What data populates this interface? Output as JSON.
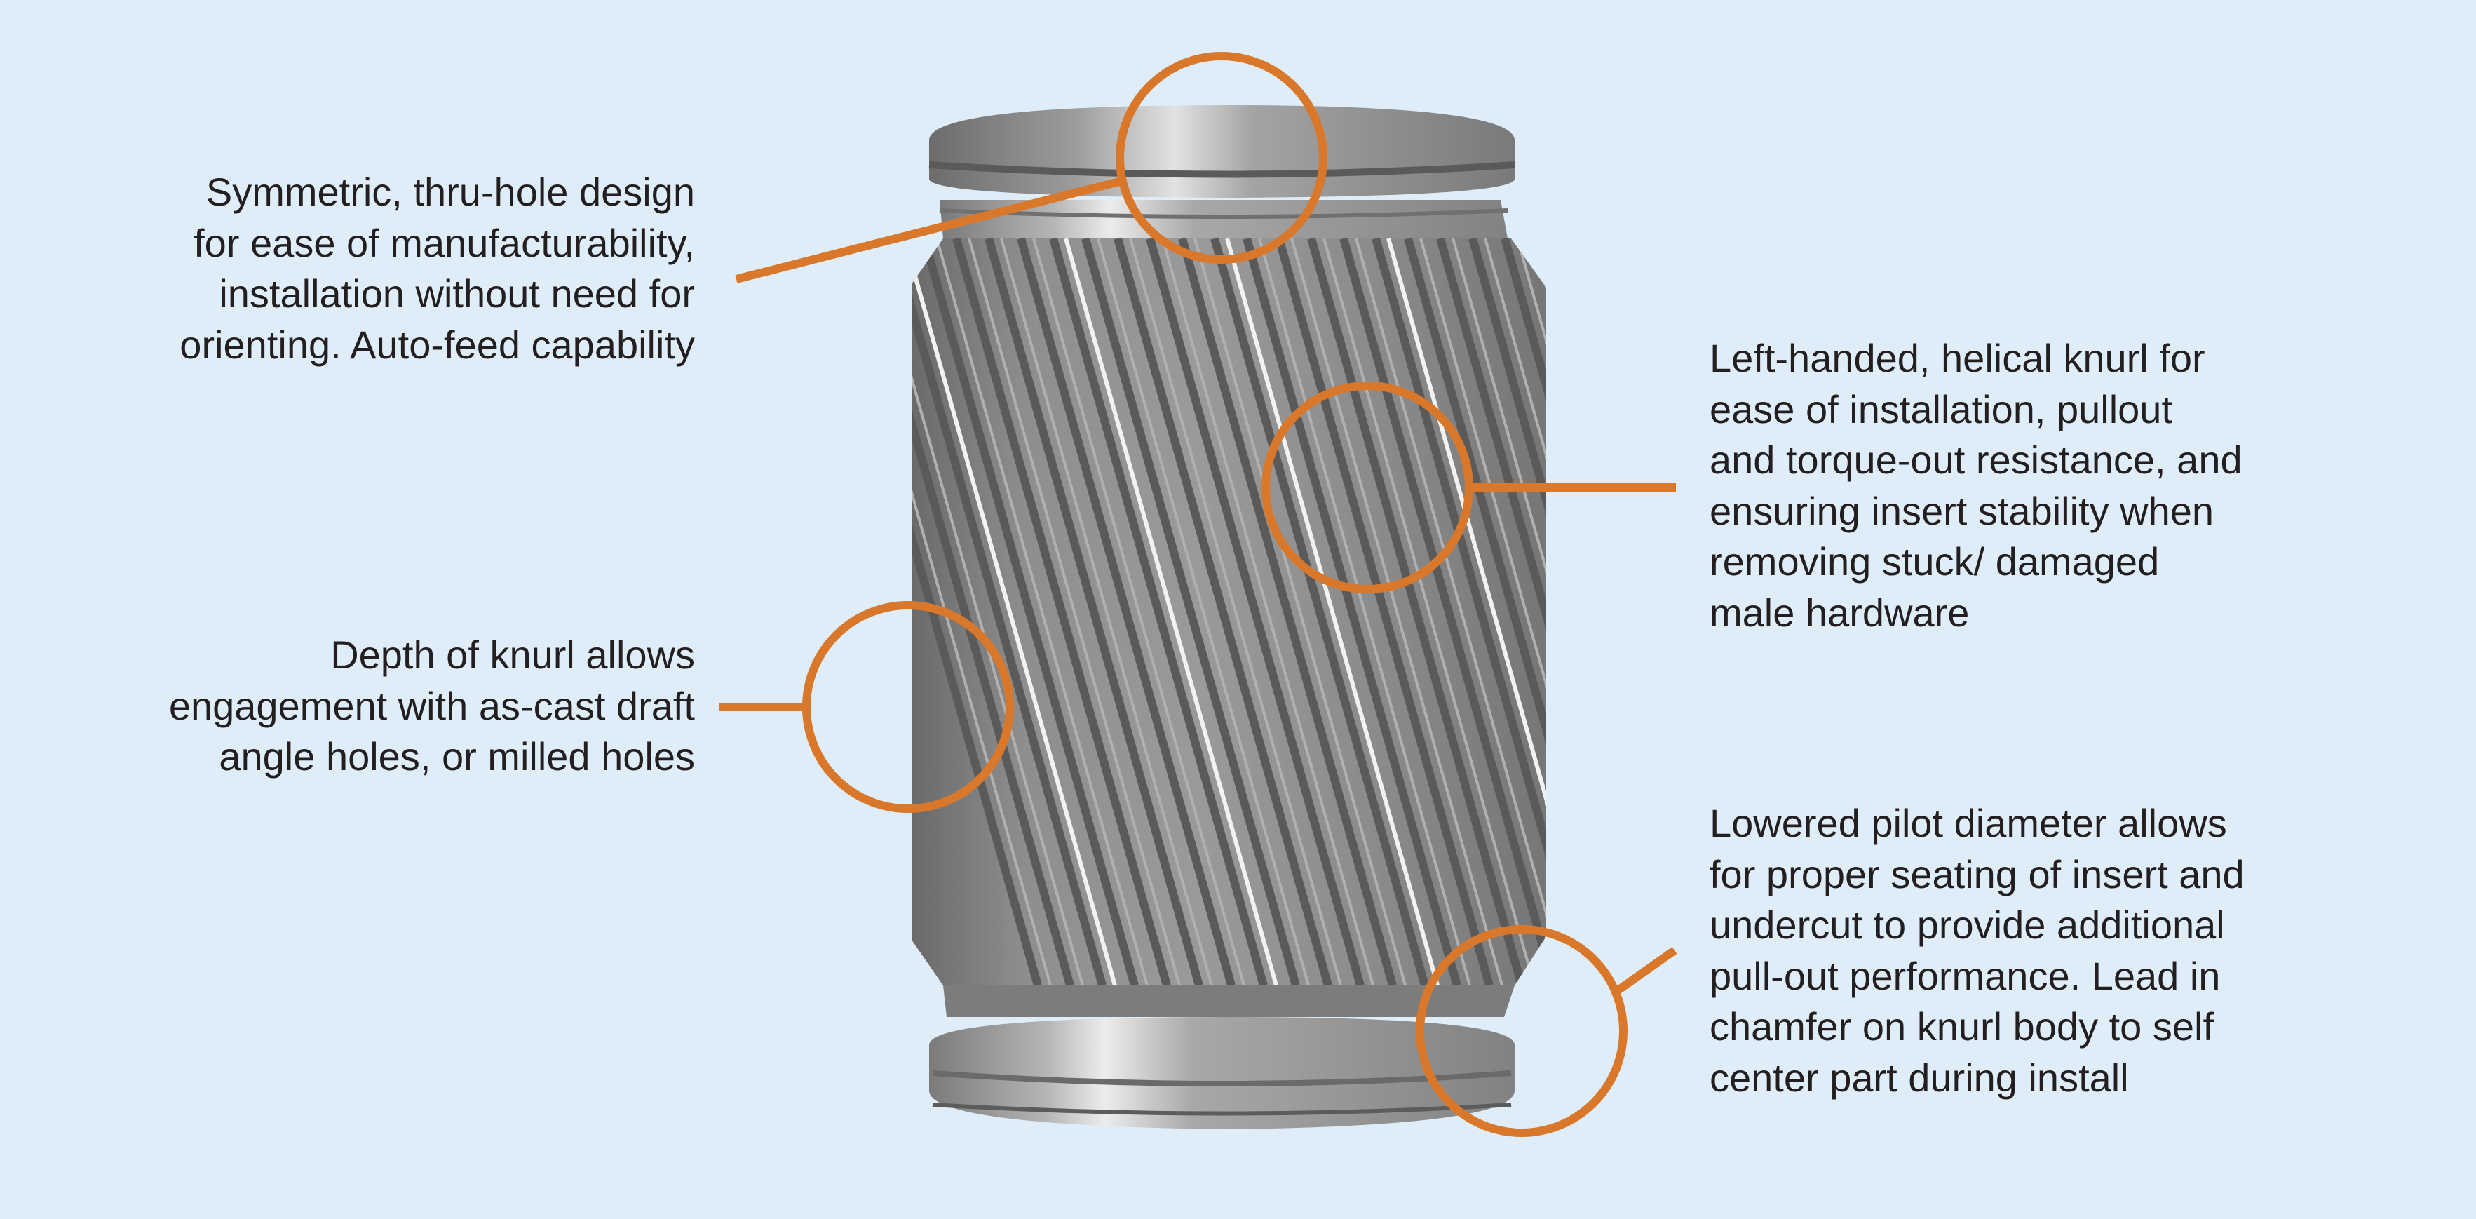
{
  "colors": {
    "background": "#dfedf8",
    "callout": "#d9782b",
    "text": "#231f20",
    "metal_dark": "#5f5f5f",
    "metal_mid": "#8b8b8b",
    "metal_light": "#d4d4d4"
  },
  "callouts": [
    {
      "id": "thru-hole",
      "lines": [
        "Symmetric, thru-hole design",
        "for ease of manufacturability,",
        "installation without need for",
        "orienting. Auto-feed capability"
      ]
    },
    {
      "id": "knurl-depth",
      "lines": [
        "Depth of knurl allows",
        "engagement with as-cast draft",
        "angle holes, or milled holes"
      ]
    },
    {
      "id": "helical-knurl",
      "lines": [
        "Left-handed, helical knurl for",
        "ease of installation, pullout",
        "and torque-out resistance, and",
        "ensuring insert stability when",
        "removing stuck/ damaged",
        "male hardware"
      ]
    },
    {
      "id": "pilot-diameter",
      "lines": [
        "Lowered pilot diameter allows",
        "for proper seating of insert and",
        "undercut to provide additional",
        "pull-out performance. Lead in",
        "chamfer on knurl body to self",
        "center part during install"
      ]
    }
  ]
}
